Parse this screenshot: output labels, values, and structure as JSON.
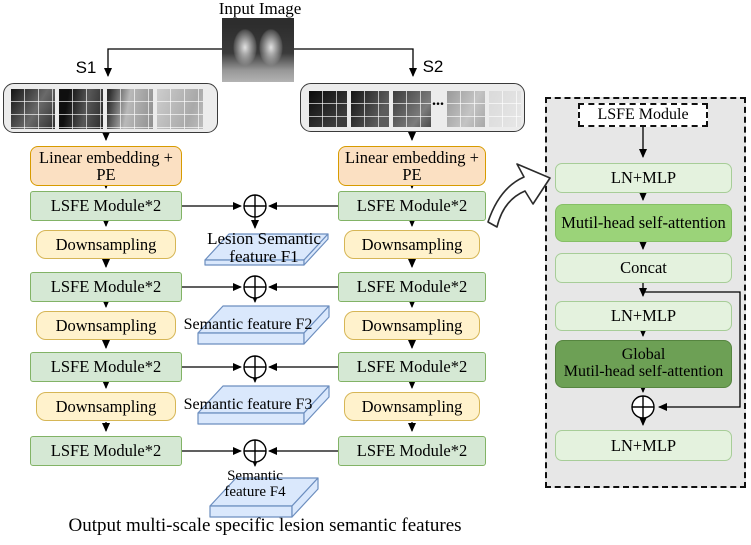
{
  "figure": {
    "input_label": "Input Image",
    "branches": {
      "s1": "S1",
      "s2": "S2"
    },
    "strip_ellipsis": "...",
    "stages": [
      "Linear embedding + PE",
      "LSFE Module*2",
      "Downsampling",
      "LSFE Module*2",
      "Downsampling",
      "LSFE Module*2",
      "Downsampling",
      "LSFE Module*2"
    ],
    "features": [
      {
        "line1": "Lesion Semantic",
        "line2": "feature F1"
      },
      {
        "line1": "Semantic feature F2"
      },
      {
        "line1": "Semantic feature F3"
      },
      {
        "line1": "Semantic",
        "line2": "feature F4"
      }
    ],
    "panel": {
      "title": "LSFE Module",
      "steps": [
        "LN+MLP",
        "Mutil-head self-attention",
        "Concat",
        "LN+MLP",
        {
          "line1": "Global",
          "line2": "Mutil-head self-attention"
        },
        "LN+MLP"
      ]
    },
    "caption": "Output multi-scale specific lesion semantic features"
  },
  "colors": {
    "embed_fill": "#FBE0C2",
    "embed_border": "#D79B00",
    "lsfe_fill": "#D5E8D4",
    "lsfe_border": "#82B366",
    "down_fill": "#FFF2CC",
    "down_border": "#D6B656",
    "feature_fill": "#DAE8FC",
    "feature_border": "#6C8EBF",
    "ln_fill": "#E4F2DE",
    "ln_border": "#A7CD98",
    "attention_fill": "#9BD379",
    "attention_border": "#86BF66",
    "global_attention_fill": "#6DA055",
    "global_attention_border": "#568540",
    "panel_bg": "#E7E7E7"
  }
}
